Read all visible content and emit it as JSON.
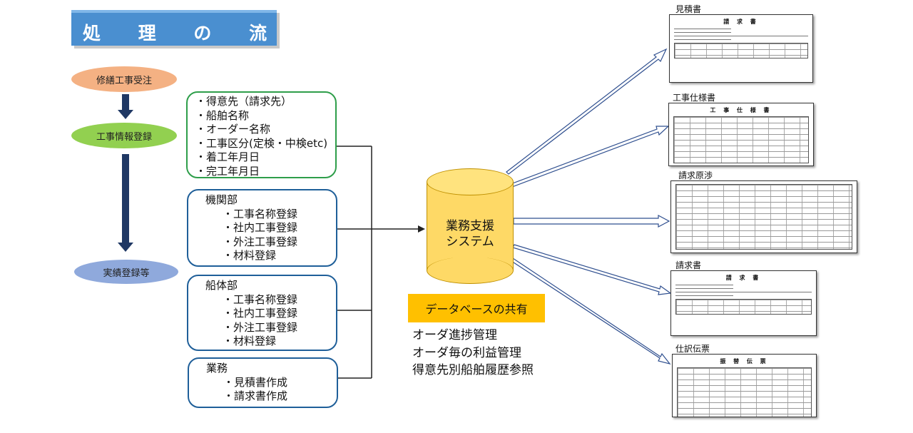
{
  "title": "処 理 の 流 れ",
  "flow": {
    "steps": [
      "修繕工事受注",
      "工事情報登録",
      "実績登録等"
    ]
  },
  "customer_box": {
    "items": [
      "・得意先（請求先）",
      "・船舶名称",
      "・オーダー名称",
      "・工事区分(定検・中検etc)",
      "・着工年月日",
      "・完工年月日"
    ]
  },
  "engine_box": {
    "heading": "機関部",
    "items": [
      "・工事名称登録",
      "・社内工事登録",
      "・外注工事登録",
      "・材料登録"
    ]
  },
  "hull_box": {
    "heading": "船体部",
    "items": [
      "・工事名称登録",
      "・社内工事登録",
      "・外注工事登録",
      "・材料登録"
    ]
  },
  "business_box": {
    "heading": "業務",
    "items": [
      "・見積書作成",
      "・請求書作成"
    ]
  },
  "system": {
    "line1": "業務支援",
    "line2": "システム",
    "db_share": "データベースの共有",
    "management": [
      "オーダ進捗管理",
      "オーダ毎の利益管理",
      "得意先別船舶履歴参照"
    ]
  },
  "outputs": [
    {
      "label": "見積書",
      "header": "請 求 書"
    },
    {
      "label": "工事仕様書",
      "header": "工 事 仕 様 書"
    },
    {
      "label": "請求原渉",
      "header": ""
    },
    {
      "label": "請求書",
      "header": "請 求 書"
    },
    {
      "label": "仕訳伝票",
      "header": "振 替 伝 票"
    }
  ],
  "colors": {
    "title_bg": "#4a8fd0",
    "step1": "#f4b183",
    "step2": "#92d050",
    "step3": "#8fa9dc",
    "arrow": "#1f3864",
    "green_border": "#2e9e4a",
    "blue_border": "#1f5f99",
    "cylinder": "#fed966",
    "db_share_bg": "#ffc000"
  }
}
